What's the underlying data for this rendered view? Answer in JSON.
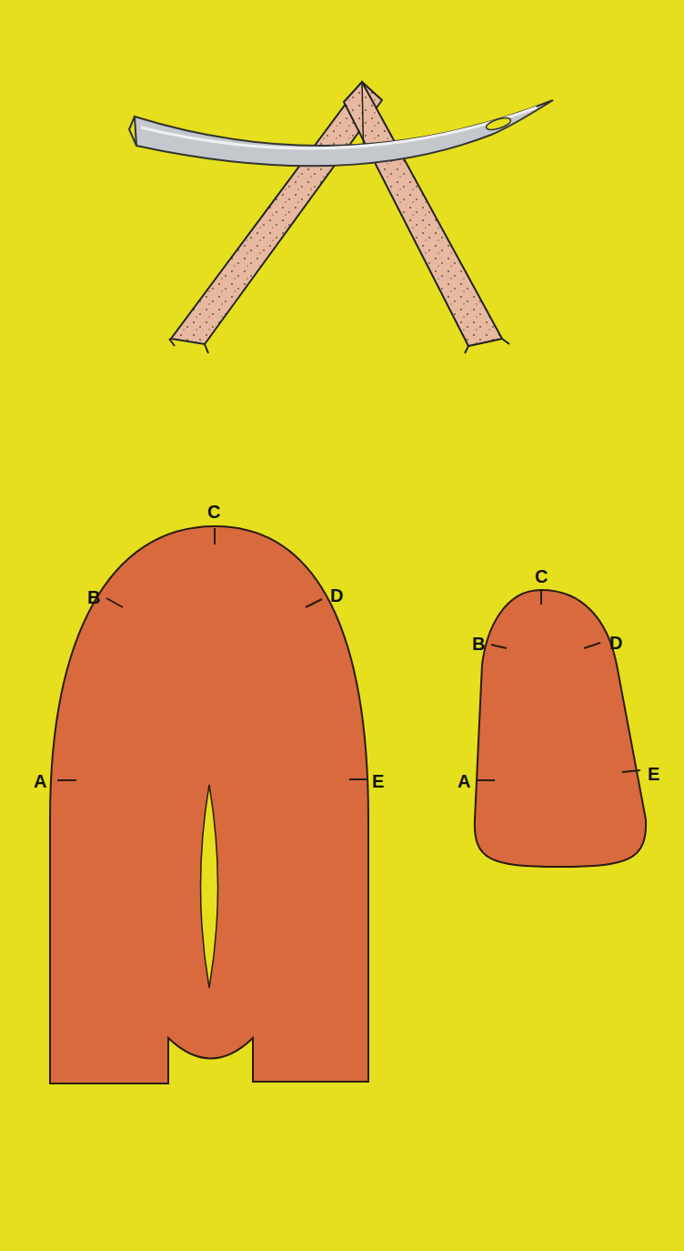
{
  "diagram": {
    "labels": [
      "C",
      "B",
      "D",
      "A",
      "E",
      "C",
      "B",
      "D",
      "A",
      "E"
    ]
  }
}
